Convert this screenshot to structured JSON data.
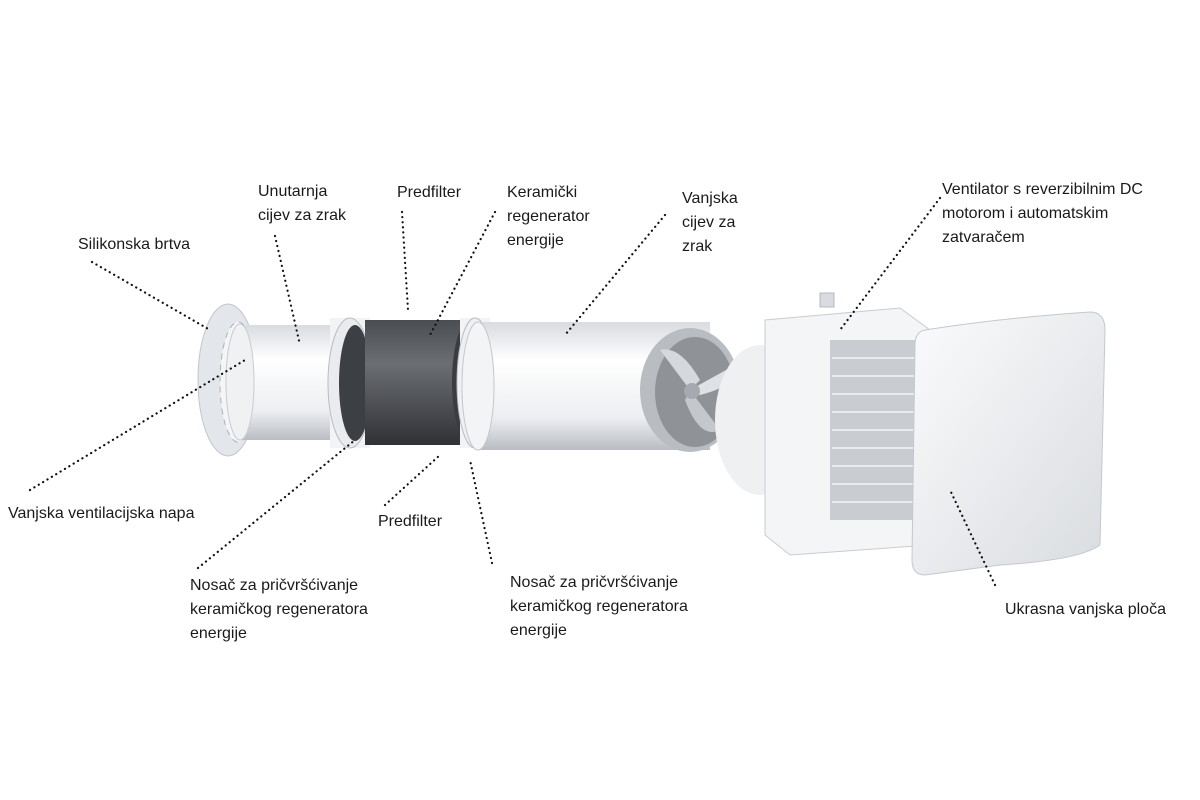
{
  "labels": {
    "silicone_seal": [
      "Silikonska brtva"
    ],
    "inner_tube": [
      "Unutarnja",
      "cijev za zrak"
    ],
    "prefilter_top": [
      "Predfilter"
    ],
    "ceramic_regenerator": [
      "Keramički",
      "regenerator",
      "energije"
    ],
    "outer_tube": [
      "Vanjska",
      "cijev za",
      "zrak"
    ],
    "fan": [
      "Ventilator s reverzibilnim DC",
      "motorom i automatskim",
      "zatvaračem"
    ],
    "outer_hood": [
      "Vanjska ventilacijska napa"
    ],
    "prefilter_bottom": [
      "Predfilter"
    ],
    "bracket_left": [
      "Nosač za pričvršćivanje",
      "keramičkog regeneratora",
      "energije"
    ],
    "bracket_right": [
      "Nosač za pričvršćivanje",
      "keramičkog regeneratora",
      "energije"
    ],
    "decorative_plate": [
      "Ukrasna vanjska ploča"
    ]
  }
}
